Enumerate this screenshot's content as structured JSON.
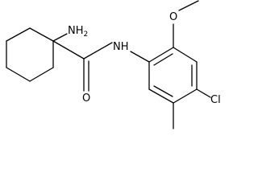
{
  "labels": {
    "amine": "NH",
    "amine_sub": "2",
    "amide_nh": "NH",
    "oxygen_carbonyl": "O",
    "oxygen_methoxy": "O",
    "chlorine": "Cl"
  },
  "colors": {
    "ink": "#000000",
    "background": "#ffffff"
  }
}
